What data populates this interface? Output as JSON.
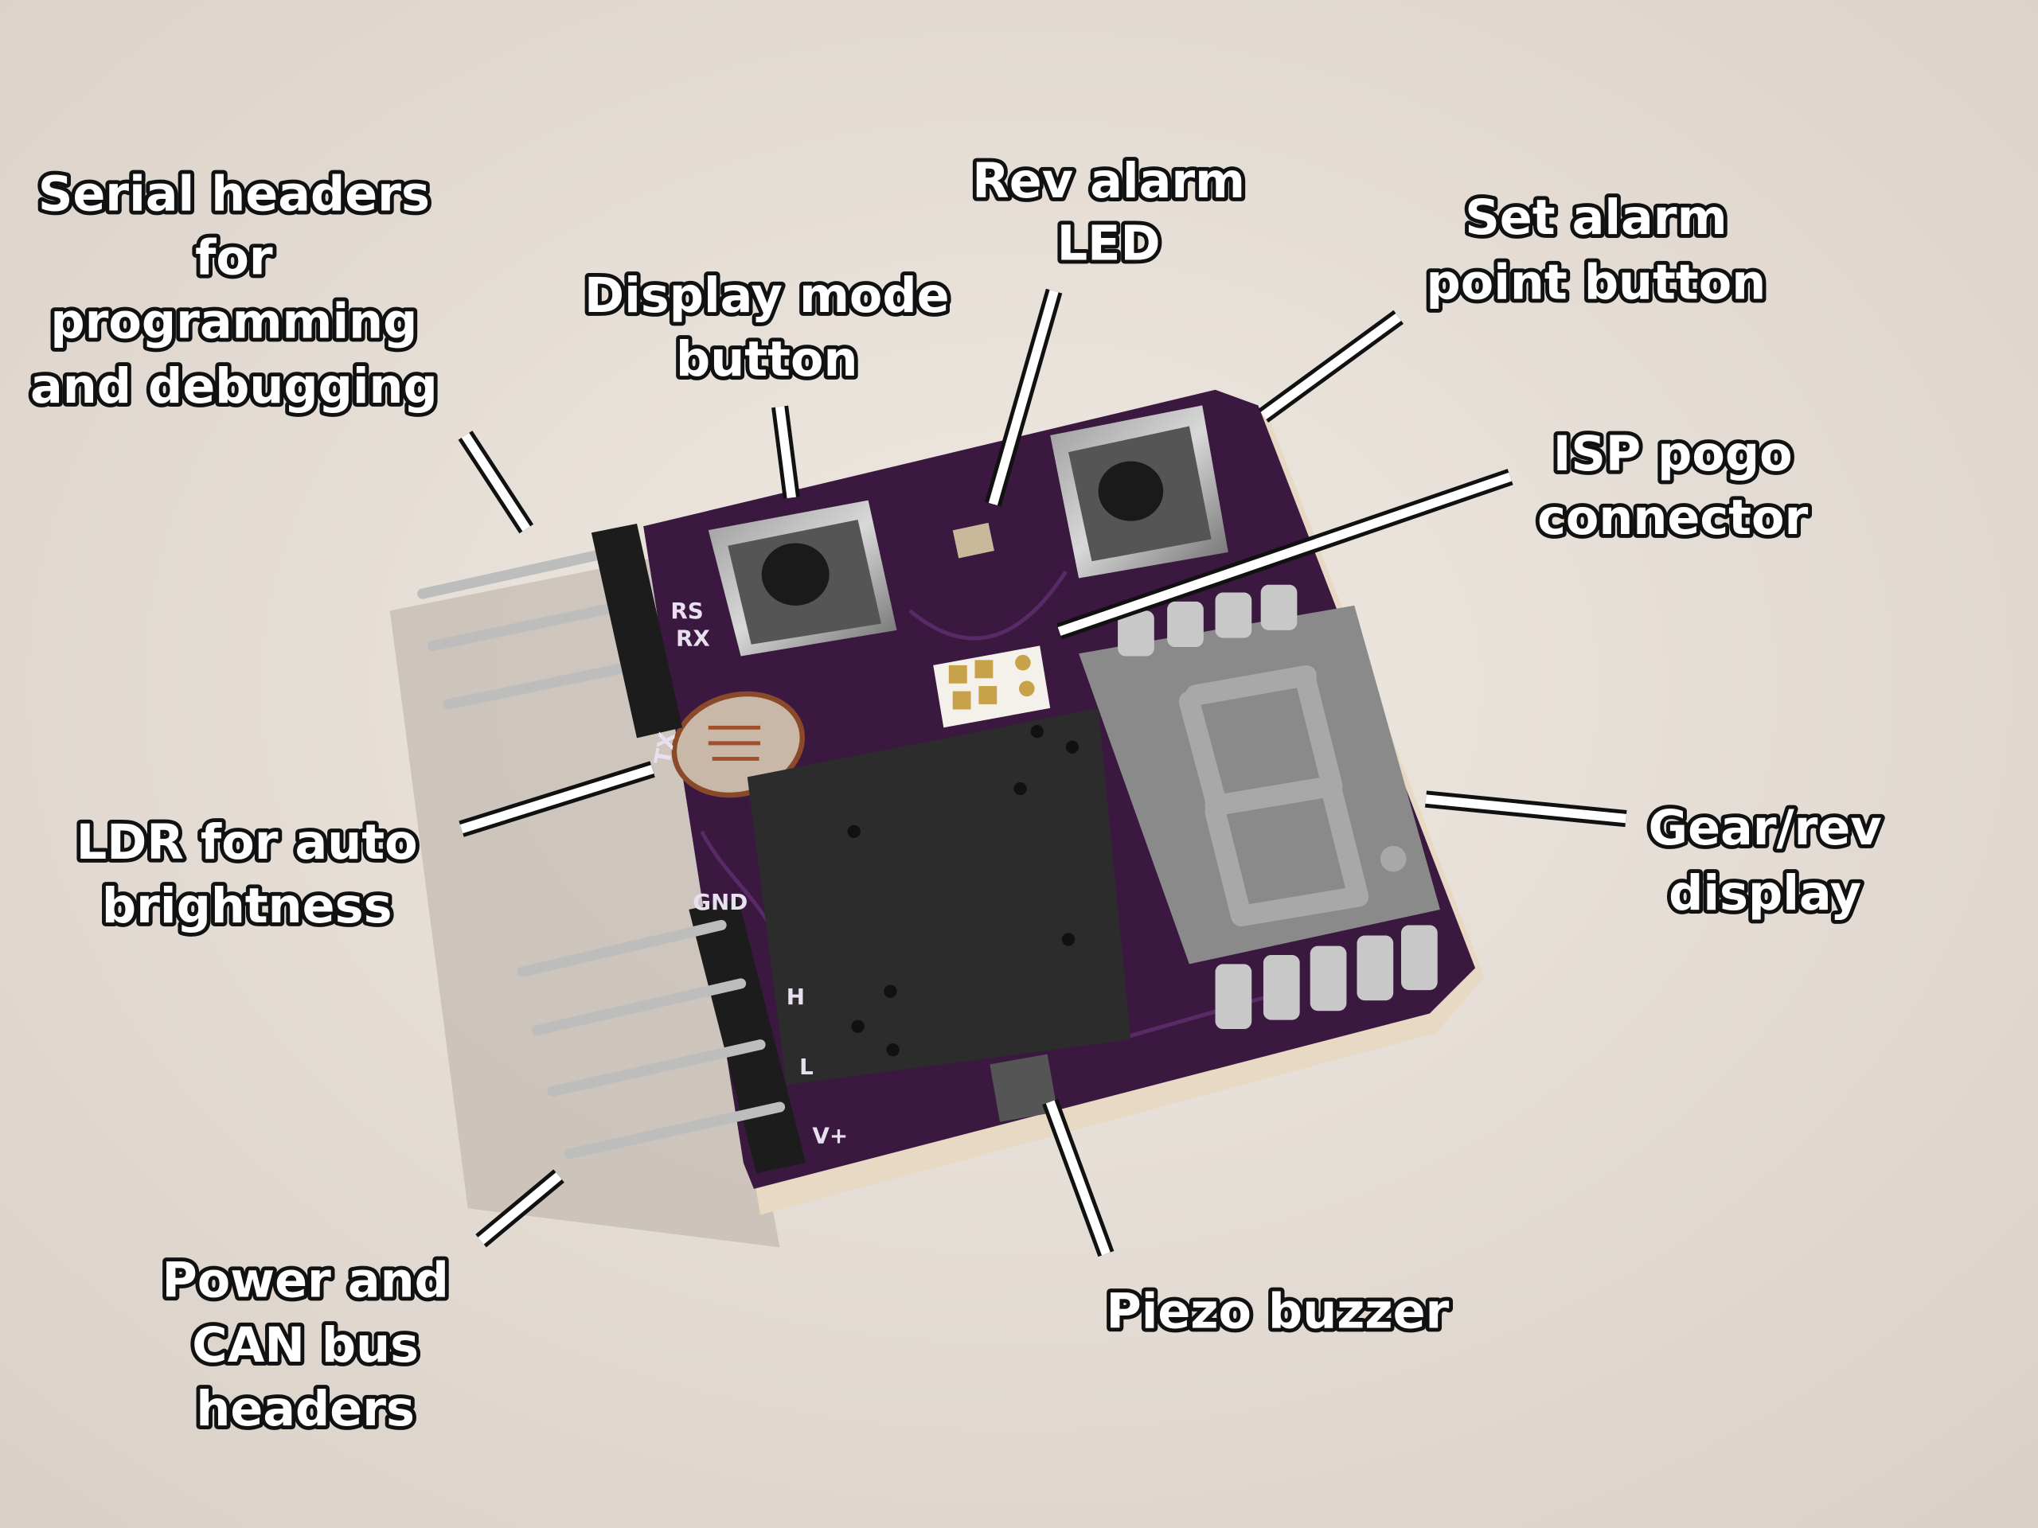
{
  "annotations": {
    "serial": {
      "lines": [
        "Serial headers",
        "for",
        "programming",
        "and debugging"
      ]
    },
    "display_mode": {
      "lines": [
        "Display mode",
        "button"
      ]
    },
    "rev_led": {
      "lines": [
        "Rev alarm",
        "LED"
      ]
    },
    "set_alarm": {
      "lines": [
        "Set alarm",
        "point button"
      ]
    },
    "isp": {
      "lines": [
        "ISP pogo",
        "connector"
      ]
    },
    "ldr": {
      "lines": [
        "LDR for auto",
        "brightness"
      ]
    },
    "gear": {
      "lines": [
        "Gear/rev",
        "display"
      ]
    },
    "power": {
      "lines": [
        "Power and",
        "CAN bus",
        "headers"
      ]
    },
    "piezo": {
      "lines": [
        "Piezo buzzer"
      ]
    }
  },
  "silkscreen": {
    "rs": "RS",
    "rx": "RX",
    "tx": "TX",
    "gnd": "GND",
    "h": "H",
    "l": "L",
    "vplus": "V+"
  },
  "colors": {
    "background": "#e9e3dc",
    "pcb": "#3a1840",
    "label_fill": "#ffffff",
    "label_outline": "#111111"
  }
}
